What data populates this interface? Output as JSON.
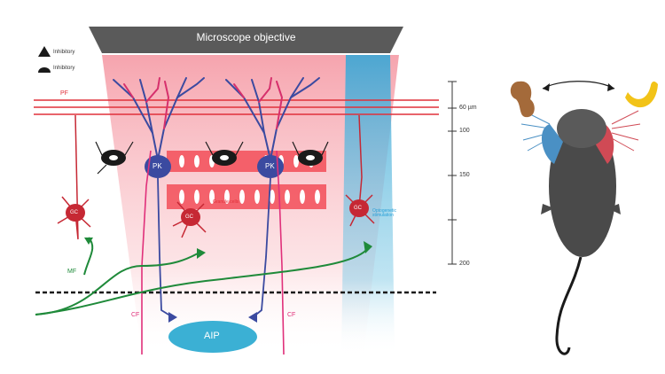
{
  "objective": {
    "label": "Microscope objective"
  },
  "legend": [
    {
      "label": "Inhibitory",
      "color": "#1a1a1a"
    },
    {
      "label": "Inhibitory",
      "color": "#1a1a1a"
    }
  ],
  "fibers": {
    "pf": "PF",
    "mf": "MF",
    "cf_left": "CF",
    "cf_right": "CF"
  },
  "cells": {
    "pk": "PK",
    "gc": "GC",
    "aip": "AIP"
  },
  "annotations": {
    "optogenetic": "Optogenetic stimulation",
    "granule": "Granule cells"
  },
  "scale": {
    "ticks": [
      "60 µm",
      "100",
      "150",
      "200"
    ]
  },
  "colors": {
    "pf": "#e0303a",
    "mf": "#1f8a3a",
    "cf": "#e0307a",
    "pk": "#3b4aa0",
    "aip": "#3bb0d4",
    "blue_beam": "#4db6dc",
    "red_beam": "#f6b3ba"
  }
}
